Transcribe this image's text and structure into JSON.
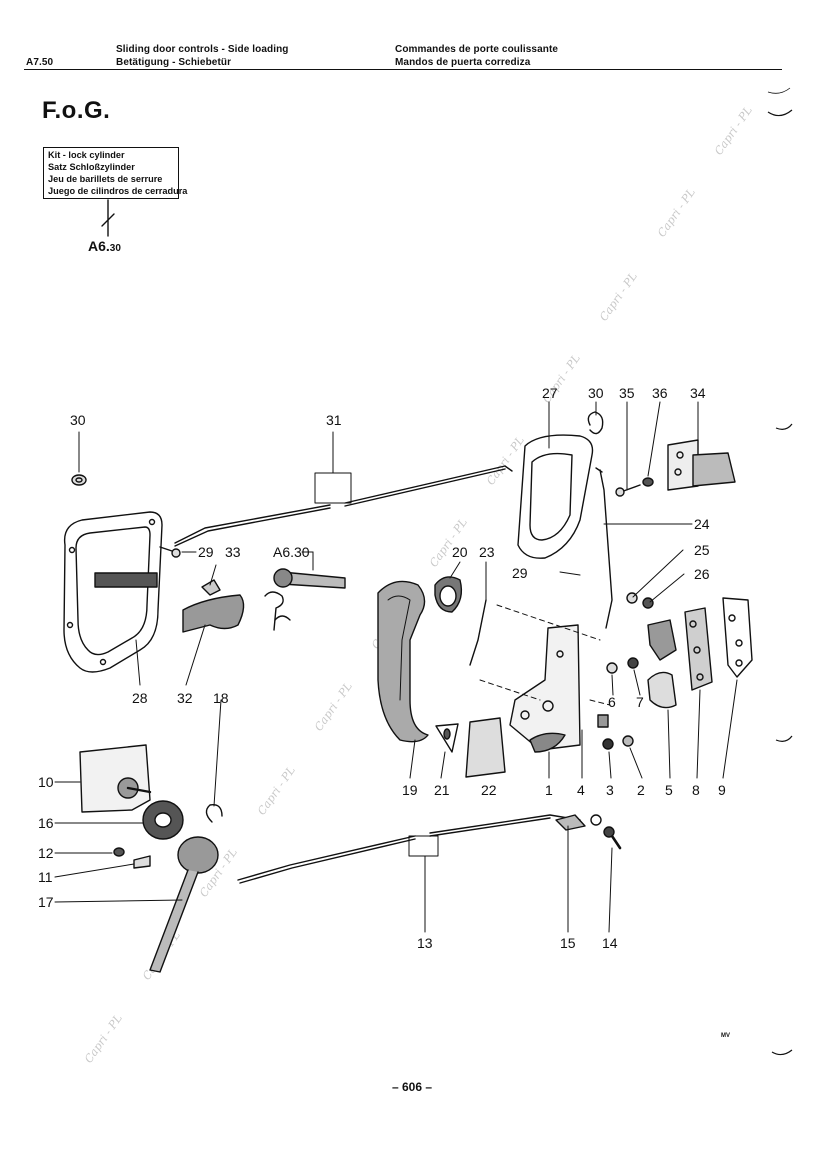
{
  "header": {
    "page_code": "A7.50",
    "title_en": "Sliding door controls - Side loading",
    "title_de": "Betätigung - Schiebetür",
    "title_fr": "Commandes de porte coulissante",
    "title_es": "Mandos de puerta corrediza"
  },
  "variant": "F.o.G.",
  "kit": {
    "lines": [
      "Kit - lock cylinder",
      "Satz Schloßzylinder",
      "Jeu de barillets de serrure",
      "Juego de cilindros de cerradura"
    ],
    "ref_main": "A6.",
    "ref_sub": "30"
  },
  "callouts": [
    "30",
    "31",
    "27",
    "30",
    "35",
    "36",
    "34",
    "24",
    "25",
    "26",
    "29",
    "33",
    "A6.30",
    "20",
    "23",
    "29",
    "28",
    "32",
    "18",
    "19",
    "21",
    "22",
    "1",
    "4",
    "3",
    "2",
    "5",
    "8",
    "9",
    "6",
    "7",
    "10",
    "16",
    "12",
    "11",
    "17",
    "13",
    "15",
    "14"
  ],
  "watermark": "Capri - PL",
  "page_number": "– 606 –",
  "small_mark": "MV"
}
